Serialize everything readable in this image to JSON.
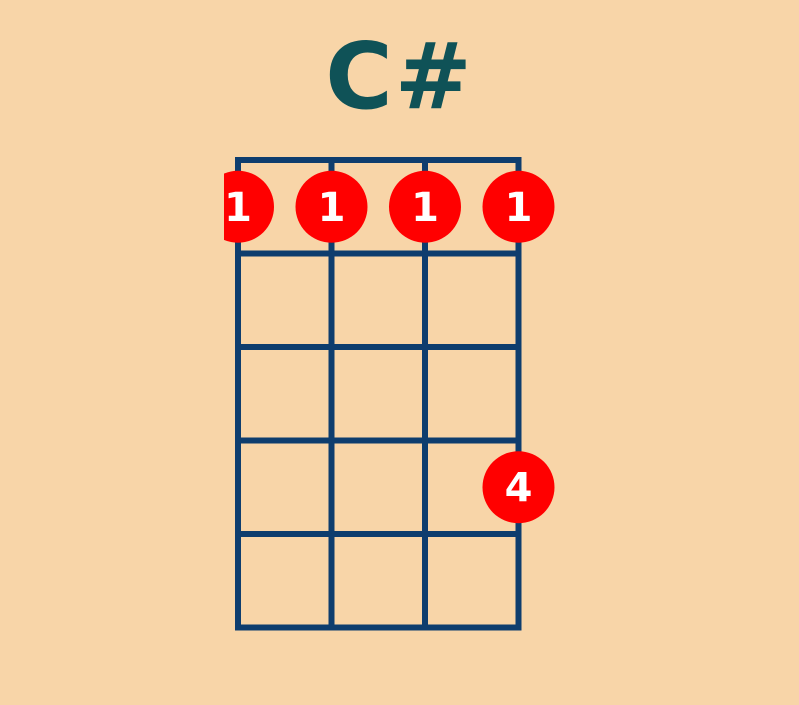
{
  "chord": {
    "name": "C#"
  },
  "chord_data": {
    "strings": 4,
    "frets_shown": 5,
    "fingering": [
      {
        "string": 1,
        "fret": 1,
        "finger": "1"
      },
      {
        "string": 2,
        "fret": 1,
        "finger": "1"
      },
      {
        "string": 3,
        "fret": 1,
        "finger": "1"
      },
      {
        "string": 4,
        "fret": 1,
        "finger": "1"
      },
      {
        "string": 4,
        "fret": 4,
        "finger": "4"
      }
    ]
  },
  "colors": {
    "background": "#f8d5a8",
    "title": "#0f5257",
    "grid": "#0e3d6e",
    "dot": "#ff0000",
    "dot_label": "#ffffff"
  }
}
